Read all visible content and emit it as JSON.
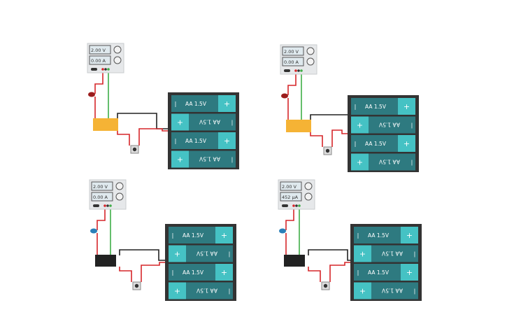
{
  "circuits": [
    {
      "voltage": "2.00 V",
      "current": "0.00 A",
      "led_color": "#9b1c1c",
      "relay_style": "yellow",
      "cells": [
        "AA 1.5V",
        "AA 1.5V",
        "AA 1.5V",
        "AA 1.5V"
      ]
    },
    {
      "voltage": "2.00 V",
      "current": "0.00 A",
      "led_color": "#9b1c1c",
      "relay_style": "yellow",
      "cells": [
        "AA 1.5V",
        "AA 1.5V",
        "AA 1.5V",
        "AA 1.5V"
      ]
    },
    {
      "voltage": "2.00 V",
      "current": "0.00 A",
      "led_color": "#2a7fb8",
      "relay_style": "black",
      "cells": [
        "AA 1.5V",
        "AA 1.5V",
        "AA 1.5V",
        "AA 1.5V"
      ]
    },
    {
      "voltage": "2.00 V",
      "current": "452 µA",
      "led_color": "#2a7fb8",
      "relay_style": "black",
      "cells": [
        "AA 1.5V",
        "AA 1.5V",
        "AA 1.5V",
        "AA 1.5V"
      ]
    }
  ],
  "colors": {
    "cell_dark": "#2e7a80",
    "cell_light": "#45c2c4",
    "holder": "#333333",
    "wire_red": "#d6262a",
    "wire_green": "#3fae47",
    "wire_black": "#222222",
    "relay_yellow": "#f5b335"
  }
}
